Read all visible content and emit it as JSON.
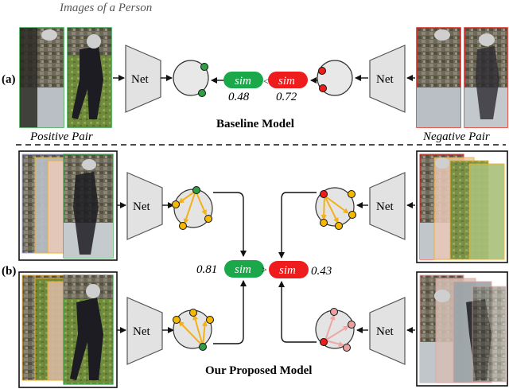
{
  "top_caption": "Images of a Person",
  "sections": {
    "a": {
      "tag": "(a)",
      "title": "Baseline Model",
      "positive_caption": "Positive Pair",
      "negative_caption": "Negative Pair",
      "net_left": "Net",
      "net_right": "Net",
      "sim_left": "sim",
      "sim_right": "sim",
      "score_left": "0.48",
      "score_right": "0.72",
      "comparator": "<"
    },
    "b": {
      "tag": "(b)",
      "title": "Our Proposed Model",
      "net_top_left": "Net",
      "net_bottom_left": "Net",
      "net_top_right": "Net",
      "net_bottom_right": "Net",
      "sim_left": "sim",
      "sim_right": "sim",
      "score_left": "0.81",
      "score_right": "0.43",
      "comparator": ">"
    }
  },
  "colors": {
    "positive": "#2ea043",
    "negative": "#e0201a",
    "sim_green": "#1aa84a",
    "sim_red": "#ee1c1c",
    "net_fill": "#e2e2e2",
    "node_yellow": "#f5b800",
    "node_pink": "#e8a0a0",
    "edge_yellow": "#f2b01a",
    "edge_pink": "#eea6a6"
  }
}
